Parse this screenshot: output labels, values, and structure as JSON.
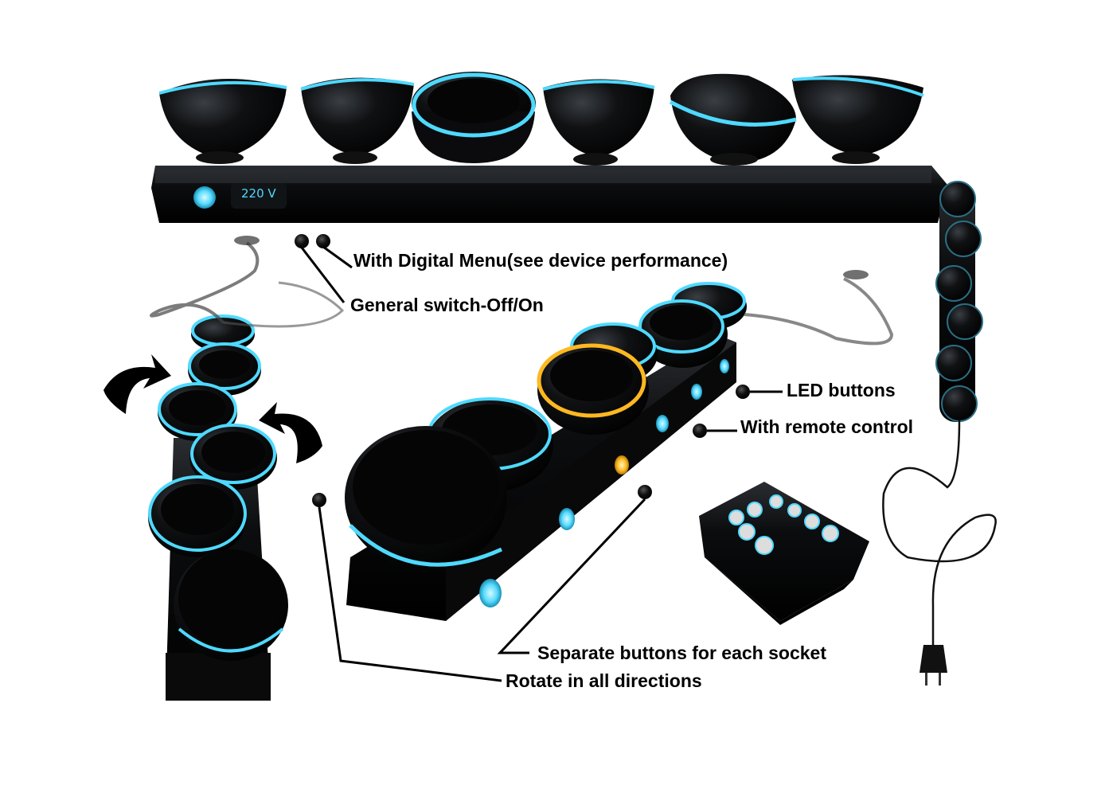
{
  "strip": {
    "voltage_label": "220 V"
  },
  "callouts": {
    "digital_menu": "With Digital Menu(see device performance)",
    "general_switch": "General switch-Off/On",
    "led_buttons": "LED buttons",
    "remote_control": "With remote control",
    "separate_buttons": "Separate buttons for each socket",
    "rotate": "Rotate in all directions"
  },
  "colors": {
    "body": "#0b0b0d",
    "glow_blue": "#4fd9ff",
    "glow_amber": "#ffb820",
    "background": "#ffffff"
  }
}
